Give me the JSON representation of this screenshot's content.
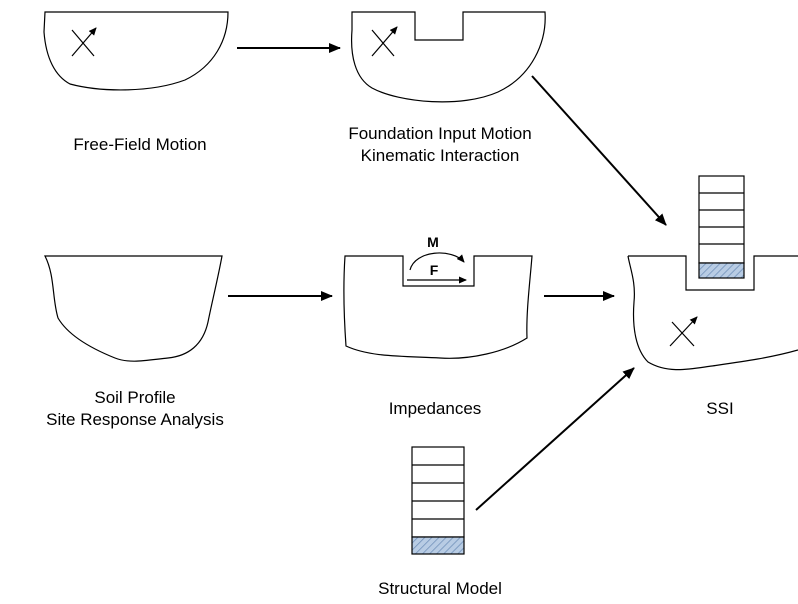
{
  "labels": {
    "free_field": "Free-Field Motion",
    "foundation_line1": "Foundation Input Motion",
    "foundation_line2": "Kinematic Interaction",
    "soil_line1": "Soil Profile",
    "soil_line2": "Site Response Analysis",
    "impedances": "Impedances",
    "ssi": "SSI",
    "structural_model": "Structural Model"
  },
  "symbols": {
    "moment": "M",
    "force": "F"
  },
  "colors": {
    "stroke": "#000000",
    "base_hatch_fill": "#b8cce4",
    "base_hatch_line": "#6f8fb8"
  }
}
